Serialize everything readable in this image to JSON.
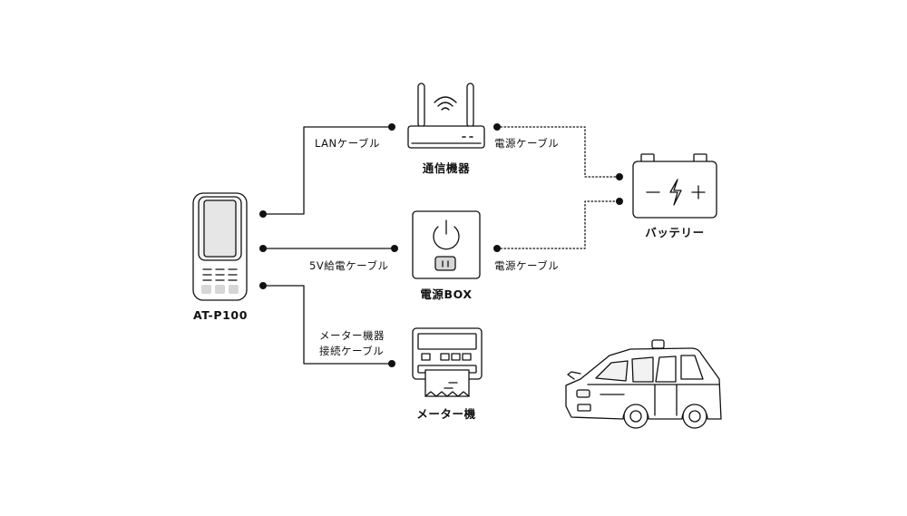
{
  "devices": {
    "terminal": "AT-P100",
    "router": "通信機器",
    "power_box": "電源BOX",
    "meter": "メーター機",
    "battery": "バッテリー"
  },
  "cables": {
    "lan": "LANケーブル",
    "power_5v": "5V給電ケーブル",
    "meter_line1": "メーター機器",
    "meter_line2": "接続ケーブル",
    "router_power": "電源ケーブル",
    "box_power": "電源ケーブル"
  },
  "icons": {
    "terminal": "payment-terminal-icon",
    "router": "wifi-router-icon",
    "power_box": "power-box-icon",
    "meter": "taxi-meter-icon",
    "battery": "battery-icon",
    "taxi": "taxi-icon"
  },
  "colors": {
    "stroke": "#111111",
    "fill_light": "#f2f2f2",
    "fill_mid": "#d6d6d6"
  }
}
